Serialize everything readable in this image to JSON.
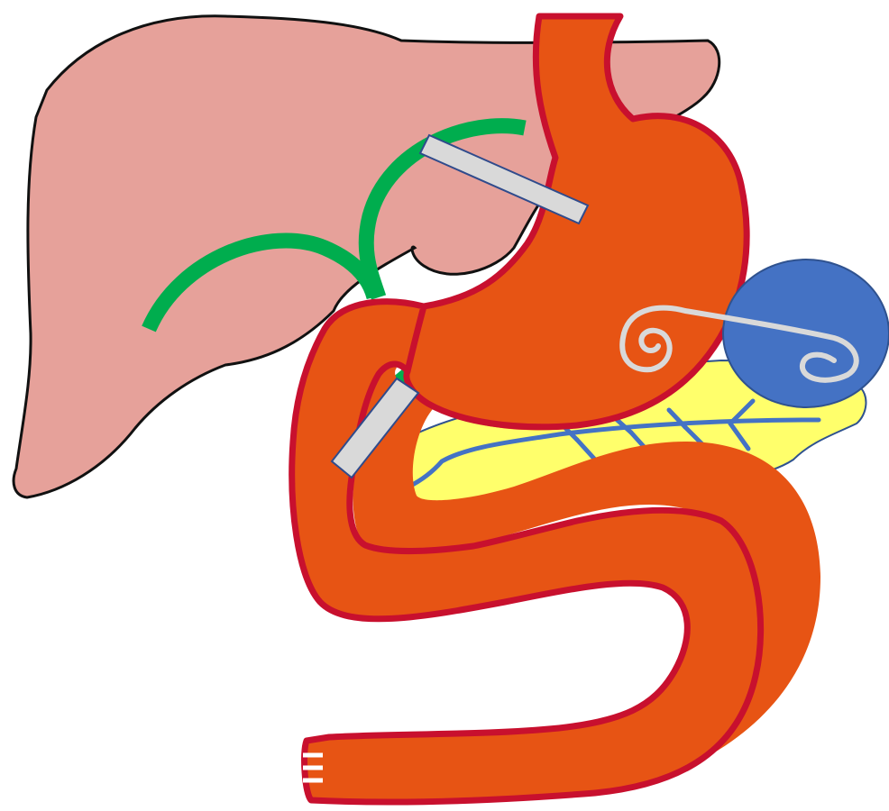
{
  "diagram": {
    "colors": {
      "background": "#ffffff",
      "liver_fill": "#e6a19a",
      "liver_stroke": "#111111",
      "bile_duct": "#00ad4e",
      "gi_fill": "#e75414",
      "gi_stroke": "#c8102e",
      "pancreas_fill": "#ffff6b",
      "pancreatic_duct": "#4472c4",
      "stent": "#d9d9d9",
      "stent_stroke": "#2f4b8c",
      "reservoir_fill": "#4472c4",
      "reservoir_stroke": "#2f528f",
      "catheter": "#d9d9d9",
      "bowel_end_marks": "#ffffff"
    },
    "components": [
      "liver",
      "bile-duct",
      "stomach",
      "duodenum",
      "jejunum",
      "pancreas",
      "pancreatic-duct",
      "stent",
      "reservoir",
      "pigtail-catheter"
    ]
  }
}
